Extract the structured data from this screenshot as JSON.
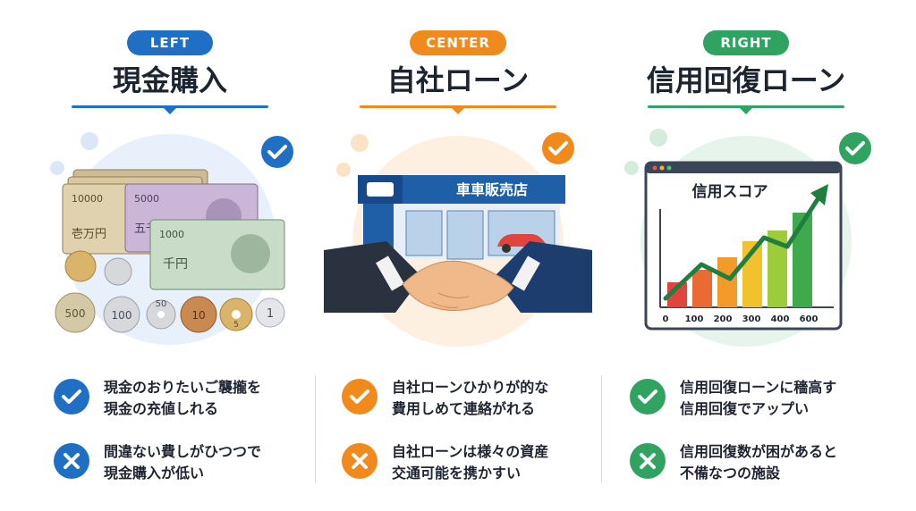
{
  "colors": {
    "left": "#1f6fc4",
    "center": "#f08a1c",
    "right": "#2fa35f"
  },
  "columns": {
    "left": {
      "tag": "LEFT",
      "title": "現金購入",
      "illustration": {
        "notes": [
          "10000",
          "5000",
          "1000"
        ],
        "note_words": [
          "壱万円",
          "五千円",
          "千円"
        ],
        "coins": [
          "500",
          "100",
          "50",
          "10",
          "5",
          "1"
        ]
      },
      "items": [
        {
          "icon": "check-icon",
          "line1": "現金のおりたいご襲攏を",
          "line2": "現金の充値しれる"
        },
        {
          "icon": "cross-icon",
          "line1": "間違ない費しがひつつで",
          "line2": "現金購入が低い"
        }
      ]
    },
    "center": {
      "tag": "CENTER",
      "title": "自社ローン",
      "illustration": {
        "shop_sign": "車車販売店"
      },
      "items": [
        {
          "icon": "check-icon",
          "line1": "自社ローンひかりが的な",
          "line2": "費用しめて連絡がれる"
        },
        {
          "icon": "cross-icon",
          "line1": "自社ローンは様々の資産",
          "line2": "交通可能を携かすい"
        }
      ]
    },
    "right": {
      "tag": "RIGHT",
      "title": "信用回復ローン",
      "illustration": {
        "chart_title": "信用スコア",
        "ticks": [
          "0",
          "100",
          "200",
          "300",
          "400",
          "600"
        ]
      },
      "items": [
        {
          "icon": "check-icon",
          "line1": "信用回復ローンに穡高す",
          "line2": "信用回復でアップい"
        },
        {
          "icon": "cross-icon",
          "line1": "信用回復数が困があると",
          "line2": "不備なつの施設"
        }
      ]
    }
  }
}
